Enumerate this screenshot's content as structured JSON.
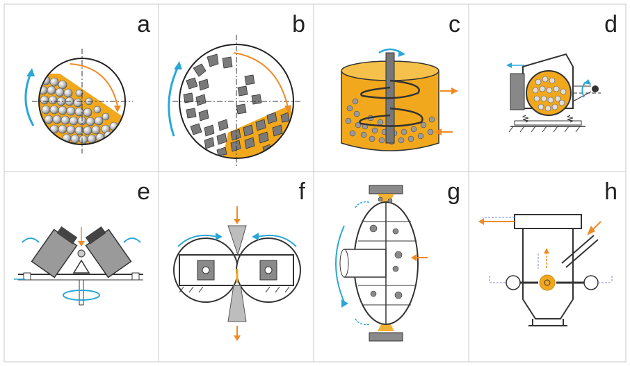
{
  "figure": {
    "panels": [
      {
        "id": "a",
        "label": "a"
      },
      {
        "id": "b",
        "label": "b"
      },
      {
        "id": "c",
        "label": "c"
      },
      {
        "id": "d",
        "label": "d"
      },
      {
        "id": "e",
        "label": "e"
      },
      {
        "id": "f",
        "label": "f"
      },
      {
        "id": "g",
        "label": "g"
      },
      {
        "id": "h",
        "label": "h"
      }
    ]
  },
  "colors": {
    "flow_arrow": "#f08a24",
    "rotation_arrow": "#2aa7d6",
    "gas_arrow": "#7f86d8",
    "slurry": "#f2a81d",
    "frame": "#222222",
    "grid": "#bfbfbf"
  }
}
